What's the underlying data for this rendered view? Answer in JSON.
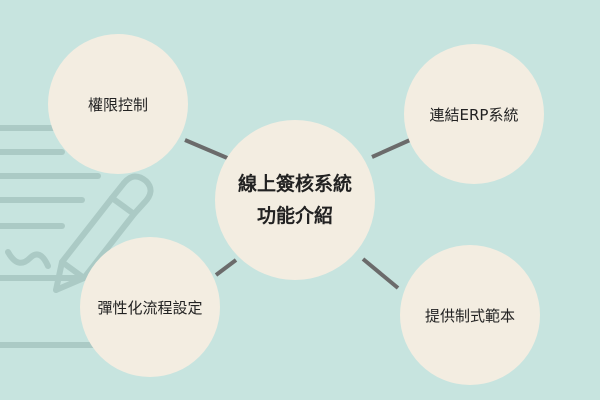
{
  "diagram": {
    "center": {
      "line1": "線上簽核系統",
      "line2": "功能介紹"
    },
    "nodes": {
      "top_left": "權限控制",
      "top_right": "連結ERP系統",
      "bottom_left": "彈性化流程設定",
      "bottom_right": "提供制式範本"
    }
  },
  "colors": {
    "background": "#c7e4df",
    "circle": "#f3ede1",
    "connector": "#6b6b6b",
    "illustration": "#9bbab6"
  },
  "icons": {
    "background_illustration": "document-pen-icon"
  }
}
